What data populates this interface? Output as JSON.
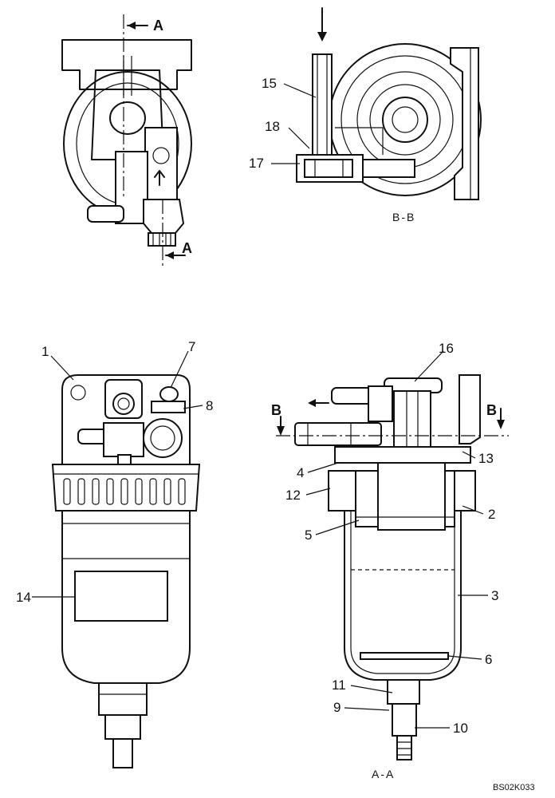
{
  "section_markers": {
    "a_top": "A",
    "a_bottom": "A",
    "b_left": "B",
    "b_right": "B"
  },
  "captions": {
    "view_bb": "B-B",
    "view_aa": "A-A"
  },
  "drawing_code": "BS02K033",
  "callouts": {
    "c1": "1",
    "c2": "2",
    "c3": "3",
    "c4": "4",
    "c5": "5",
    "c6": "6",
    "c7": "7",
    "c8": "8",
    "c9": "9",
    "c10": "10",
    "c11": "11",
    "c12": "12",
    "c13": "13",
    "c14": "14",
    "c15": "15",
    "c16": "16",
    "c17": "17",
    "c18": "18"
  }
}
